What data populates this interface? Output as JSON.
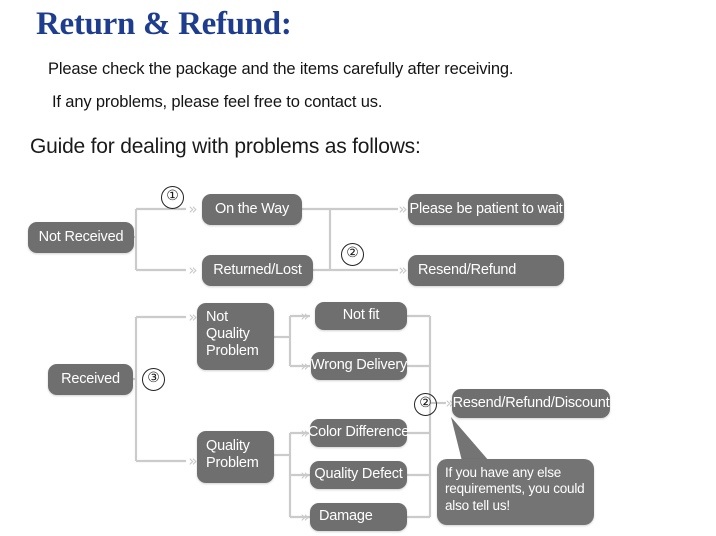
{
  "header": {
    "title": "Return & Refund:",
    "line1": "Please check the package and the items carefully after receiving.",
    "line2": "If any problems, please feel free to contact us.",
    "subtitle": "Guide for dealing with problems as follows:"
  },
  "colors": {
    "title": "#1f3d8f",
    "node_fill": "#6f6f6f",
    "node_text": "#ffffff",
    "connector": "#c9c9c9",
    "background": "#ffffff"
  },
  "flow": {
    "markers": [
      {
        "id": "marker-1",
        "label": "①"
      },
      {
        "id": "marker-2-top",
        "label": "②"
      },
      {
        "id": "marker-3",
        "label": "③"
      },
      {
        "id": "marker-2-bottom",
        "label": "②"
      }
    ],
    "nodes": {
      "not_received": "Not Received",
      "on_the_way": "On the Way",
      "returned_lost": "Returned/Lost",
      "please_wait": "Please be patient to wait",
      "resend_refund": "Resend/Refund",
      "received": "Received",
      "not_quality_problem_l1": "Not",
      "not_quality_problem_l2": "Quality",
      "not_quality_problem_l3": "Problem",
      "quality_problem_l1": "Quality",
      "quality_problem_l2": "Problem",
      "not_fit": "Not fit",
      "wrong_delivery": "Wrong Delivery",
      "color_difference": "Color Difference",
      "quality_defect": "Quality Defect",
      "damage": "Damage",
      "resend_refund_discount": "Resend/Refund/Discount"
    },
    "callout": {
      "line1": "If you have any else",
      "line2": "requirements, you could",
      "line3": "also tell us!"
    }
  }
}
